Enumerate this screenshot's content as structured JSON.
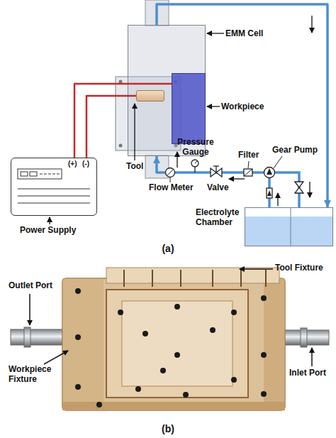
{
  "diagram": {
    "nodes": [
      {
        "text": [
          "EMM Cell"
        ]
      },
      {
        "text": [
          "Workpiece"
        ],
        "in": 0
      },
      {
        "text": [
          "Tool"
        ],
        "in": 0
      },
      {
        "text": [
          "Power Supply"
        ]
      },
      {
        "text": [
          "Electrolyte Chamber"
        ]
      }
    ],
    "edges": [
      {
        "from": 3,
        "to": 1,
        "arrow": "none"
      },
      {
        "from": 3,
        "to": 2,
        "arrow": "none"
      },
      {
        "from": 4,
        "to": 0,
        "arrow": "to"
      },
      {
        "from": 0,
        "to": 4,
        "arrow": "to"
      }
    ],
    "labels": [
      "(+)",
      "(-)",
      "Pressure Gauge",
      "Flow Meter",
      "Valve",
      "Filter",
      "Gear Pump",
      "(a)",
      "Outlet Port",
      "Tool Fixture",
      "Workpiece Fixture",
      "Inlet Port",
      "(b)"
    ]
  }
}
